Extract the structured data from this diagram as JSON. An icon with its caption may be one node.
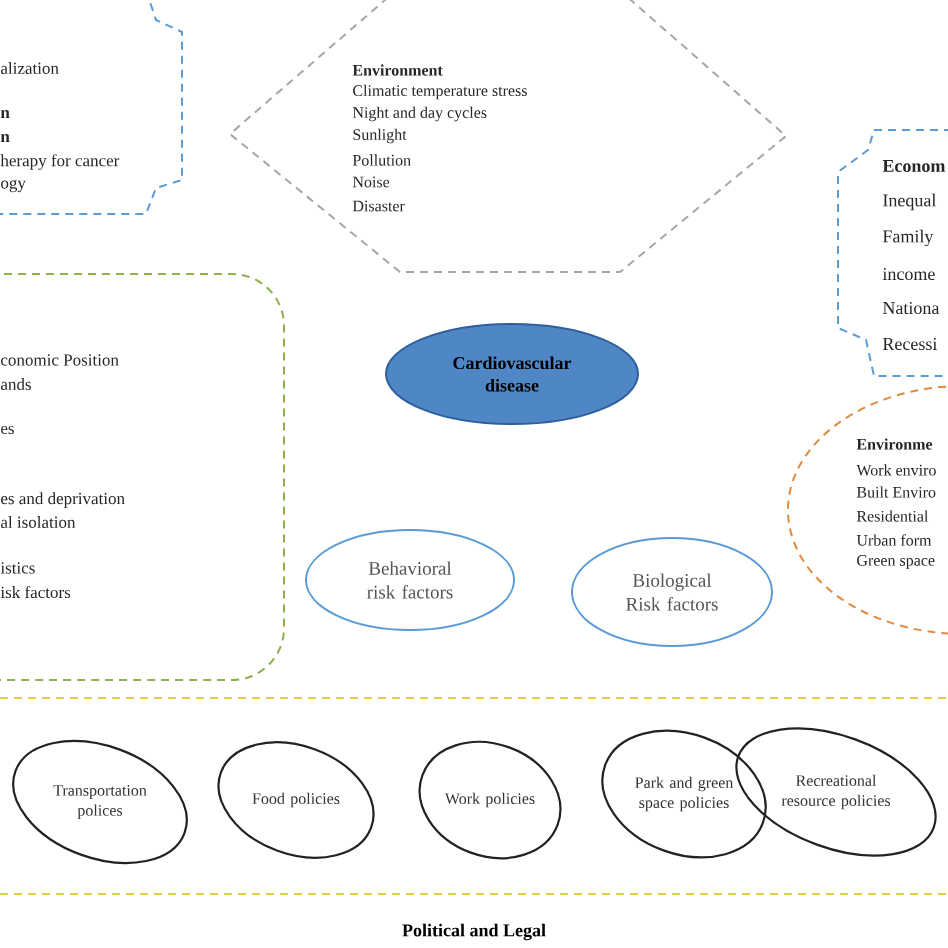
{
  "diagram": {
    "nodes": [
      {
        "text": [
          "alization",
          "n",
          "n",
          "herapy for cancer",
          "ogy"
        ]
      },
      {
        "text": [
          "Environment",
          "Climatic temperature stress",
          "Night and day cycles",
          "Sunlight",
          "Pollution",
          "Noise",
          "Disaster"
        ]
      },
      {
        "text": [
          "Econom",
          "Inequal",
          "Family",
          "income",
          "Nationa",
          "Recessi"
        ]
      },
      {
        "text": [
          "conomic Position",
          "ands",
          "es",
          "es and deprivation",
          "al isolation",
          "istics",
          "isk factors"
        ]
      },
      {
        "text": [
          "Cardiovascular disease"
        ]
      },
      {
        "text": [
          "Environme",
          "Work enviro",
          "Built Enviro",
          "Residential",
          "Urban form",
          "Green space"
        ]
      },
      {
        "text": [
          "Behavioral risk factors"
        ]
      },
      {
        "text": [
          "Biological Risk factors"
        ]
      },
      {
        "text": [
          "Political and Legal"
        ]
      },
      {
        "text": [
          "Transportation polices"
        ],
        "in": 8
      },
      {
        "text": [
          "Food policies"
        ],
        "in": 8
      },
      {
        "text": [
          "Work policies"
        ],
        "in": 8
      },
      {
        "text": [
          "Park and green space policies"
        ],
        "in": 8
      },
      {
        "text": [
          "Recreational resource policies"
        ],
        "in": 8
      }
    ]
  }
}
